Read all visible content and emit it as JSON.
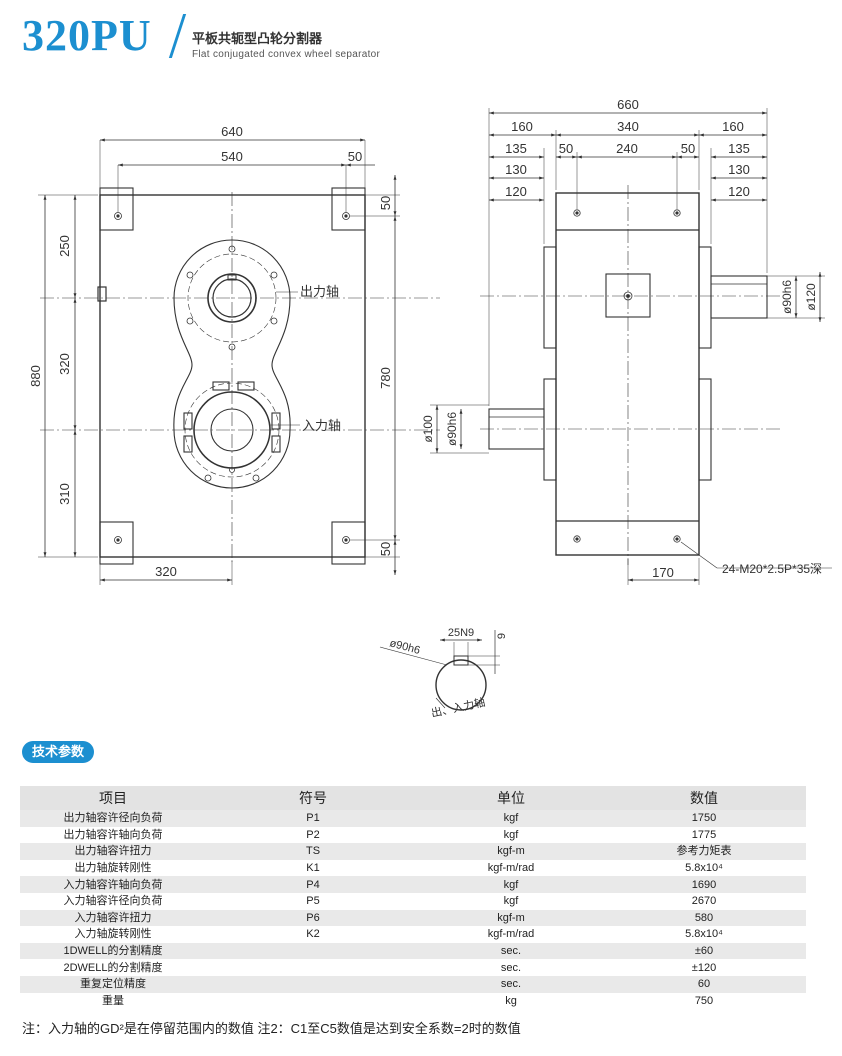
{
  "header": {
    "model": "320PU",
    "title_cn": "平板共轭型凸轮分割器",
    "title_en": "Flat conjugated convex wheel separator"
  },
  "drawing": {
    "front_view": {
      "dims": {
        "overall_width": "640",
        "hole_pitch_width": "540",
        "hole_offset_top": "50",
        "overall_height": "880",
        "upper_height": "250",
        "middle_height": "320",
        "lower_height": "310",
        "hole_pitch_height": "780",
        "hole_offset_bottom": "50",
        "input_offset": "320"
      },
      "labels": {
        "output_shaft": "出力轴",
        "input_shaft": "入力轴"
      }
    },
    "side_view": {
      "dims": {
        "overall_width": "660",
        "left_ext": "160",
        "body_width": "340",
        "right_ext": "160",
        "left_135": "135",
        "hole_offset_l": "50",
        "hole_pitch": "240",
        "hole_offset_r": "50",
        "right_135": "135",
        "left_130": "130",
        "right_130": "130",
        "left_120": "120",
        "right_120": "120",
        "dia_output_shaft": "ø90h6",
        "dia_output_flange": "ø120",
        "dia_input_flange": "ø100",
        "dia_input_shaft": "ø90h6",
        "bottom_offset": "170",
        "tap_holes": "24-M20*2.5P*35深"
      }
    },
    "shaft_detail": {
      "diameter": "ø90h6",
      "key_width": "25N9",
      "key_depth": "9",
      "label": "出、入力轴"
    }
  },
  "specs": {
    "section_title": "技术参数",
    "headers": [
      "项目",
      "符号",
      "单位",
      "数值"
    ],
    "rows": [
      [
        "出力轴容许径向负荷",
        "P1",
        "kgf",
        "1750"
      ],
      [
        "出力轴容许轴向负荷",
        "P2",
        "kgf",
        "1775"
      ],
      [
        "出力轴容许扭力",
        "TS",
        "kgf-m",
        "参考力矩表"
      ],
      [
        "出力轴旋转刚性",
        "K1",
        "kgf-m/rad",
        "5.8x10⁴"
      ],
      [
        "入力轴容许轴向负荷",
        "P4",
        "kgf",
        "1690"
      ],
      [
        "入力轴容许径向负荷",
        "P5",
        "kgf",
        "2670"
      ],
      [
        "入力轴容许扭力",
        "P6",
        "kgf-m",
        "580"
      ],
      [
        "入力轴旋转刚性",
        "K2",
        "kgf-m/rad",
        "5.8x10⁴"
      ],
      [
        "1DWELL的分割精度",
        "",
        "sec.",
        "±60"
      ],
      [
        "2DWELL的分割精度",
        "",
        "sec.",
        "±120"
      ],
      [
        "重复定位精度",
        "",
        "sec.",
        "60"
      ],
      [
        "重量",
        "",
        "kg",
        "750"
      ]
    ]
  },
  "footnote": "注：入力轴的GD²是在停留范围内的数值    注2：C1至C5数值是达到安全系数=2时的数值"
}
